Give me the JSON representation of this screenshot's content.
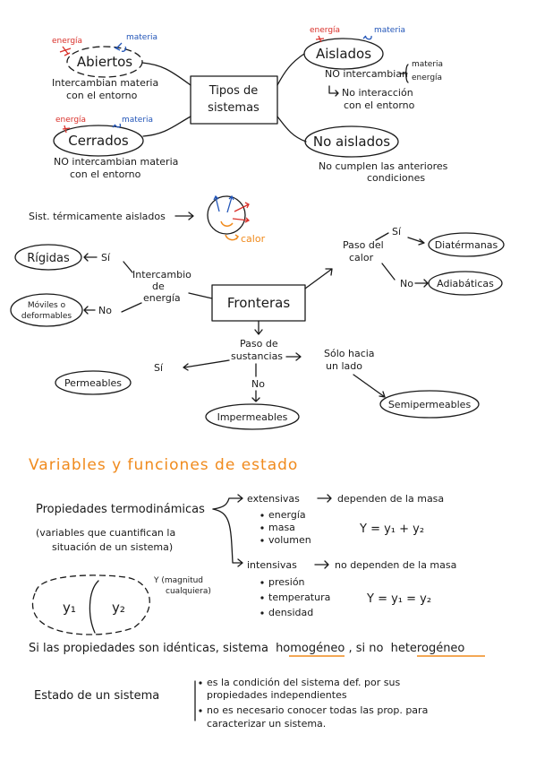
{
  "colors": {
    "ink": "#1a1a1a",
    "red": "#d9302a",
    "blue": "#2255b8",
    "orange": "#f08a1c"
  },
  "systems": {
    "center": [
      "Tipos de",
      "sistemas"
    ],
    "abiertos": {
      "label": "Abiertos",
      "energia": "energía",
      "materia": "materia",
      "desc": [
        "Intercambian materia",
        "con el entorno"
      ]
    },
    "cerrados": {
      "label": "Cerrados",
      "energia": "energía",
      "materia": "materia",
      "desc": [
        "NO intercambian materia",
        "con el entorno"
      ]
    },
    "aislados": {
      "label": "Aislados",
      "energia": "energía",
      "materia": "materia",
      "desc1": "NO intercambian",
      "bracket": [
        "materia",
        "energía"
      ],
      "desc2": [
        "No interacción",
        "con el entorno"
      ]
    },
    "no_aislados": {
      "label": "No aislados",
      "desc": [
        "No cumplen las anteriores",
        "condiciones"
      ]
    }
  },
  "fronteras": {
    "center": "Fronteras",
    "termico": "Sist. térmicamente aislados",
    "calor": "calor",
    "intercambio": [
      "Intercambio",
      "de",
      "energía"
    ],
    "si": "Sí",
    "no": "No",
    "rigidas": "Rígidas",
    "moviles": [
      "Móviles o",
      "deformables"
    ],
    "paso_calor": [
      "Paso del",
      "calor"
    ],
    "diatermanas": "Diatérmanas",
    "adiabaticas": "Adiabáticas",
    "paso_sust": [
      "Paso de",
      "sustancias"
    ],
    "solo_hacia": [
      "Sólo hacia",
      "un lado"
    ],
    "permeables": "Permeables",
    "impermeables": "Impermeables",
    "semipermeables": "Semipermeables"
  },
  "variables": {
    "title": "Variables y funciones de estado",
    "propiedades": "Propiedades termodinámicas",
    "paren": [
      "(variables que cuantifican la",
      "situación de un sistema)"
    ],
    "extensivas": "extensivas",
    "ext_arrow": "dependen de la masa",
    "ext_items": [
      "energía",
      "masa",
      "volumen"
    ],
    "ext_formula": "Y = y₁ + y₂",
    "intensivas": "intensivas",
    "int_arrow": "no dependen de la masa",
    "int_items": [
      "presión",
      "temperatura",
      "densidad"
    ],
    "int_formula": "Y = y₁ = y₂",
    "y_mag": [
      "Y (magnitud",
      "cualquiera)"
    ],
    "y1": "y₁",
    "y2": "y₂",
    "homog_line": [
      "Si las propiedades son idénticas, sistema",
      "homogéneo",
      ", si no",
      "heterogéneo"
    ],
    "estado": "Estado de un sistema",
    "estado_items": [
      "es la condición del sistema def. por sus",
      "propiedades independientes",
      "no es necesario conocer todas las prop. para",
      "caracterizar un sistema."
    ]
  }
}
